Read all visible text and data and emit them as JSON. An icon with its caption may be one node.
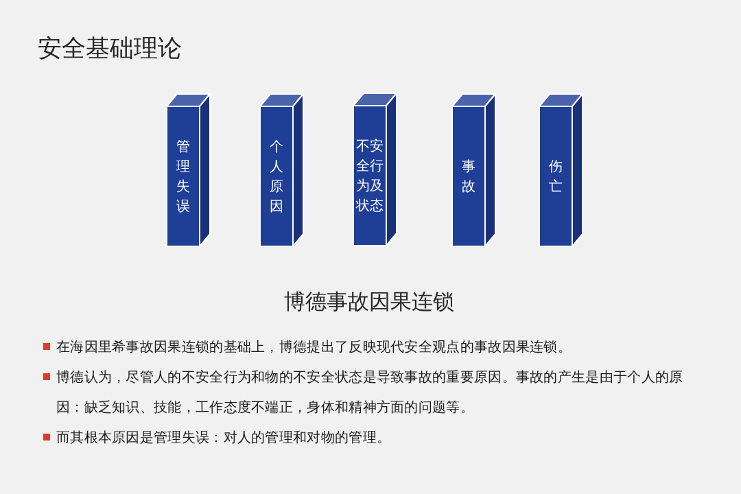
{
  "diagram": {
    "title": "安全基础理论",
    "nodes": [
      {
        "text": [
          "管理失误"
        ]
      },
      {
        "text": [
          "个人原因"
        ]
      },
      {
        "text": [
          "不安全行为及状态"
        ]
      },
      {
        "text": [
          "事故"
        ]
      },
      {
        "text": [
          "伤亡"
        ]
      }
    ],
    "caption": "博德事故因果连锁",
    "labels": [
      "在海因里希事故因果连锁的基础上，博德提出了反映现代安全观点的事故因果连锁。",
      "博德认为，尽管人的不安全行为和物的不安全状态是导致事故的重要原因。事故的产生是由于个人的原因：缺乏知识、技能，工作态度不端正，身体和精神方面的问题等。",
      "而其根本原因是管理失误：对人的管理和对物的管理。"
    ]
  }
}
